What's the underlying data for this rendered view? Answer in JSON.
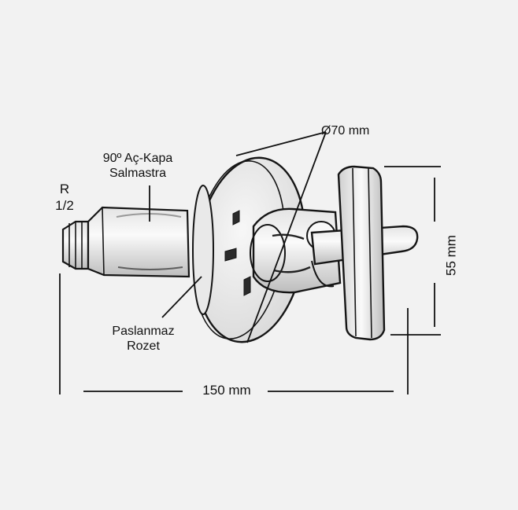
{
  "labels": {
    "thread": [
      "R",
      "1/2"
    ],
    "valve": [
      "90º Aç-Kapa",
      "Salmastra"
    ],
    "rozet": [
      "Paslanmaz",
      "Rozet"
    ],
    "diameter": "Ø70 mm",
    "width": "150 mm",
    "height": "55 mm"
  },
  "colors": {
    "background": "#f2f2f2",
    "line": "#111111"
  },
  "icons": {
    "illustration": "angle-stop-valve-sketch"
  }
}
